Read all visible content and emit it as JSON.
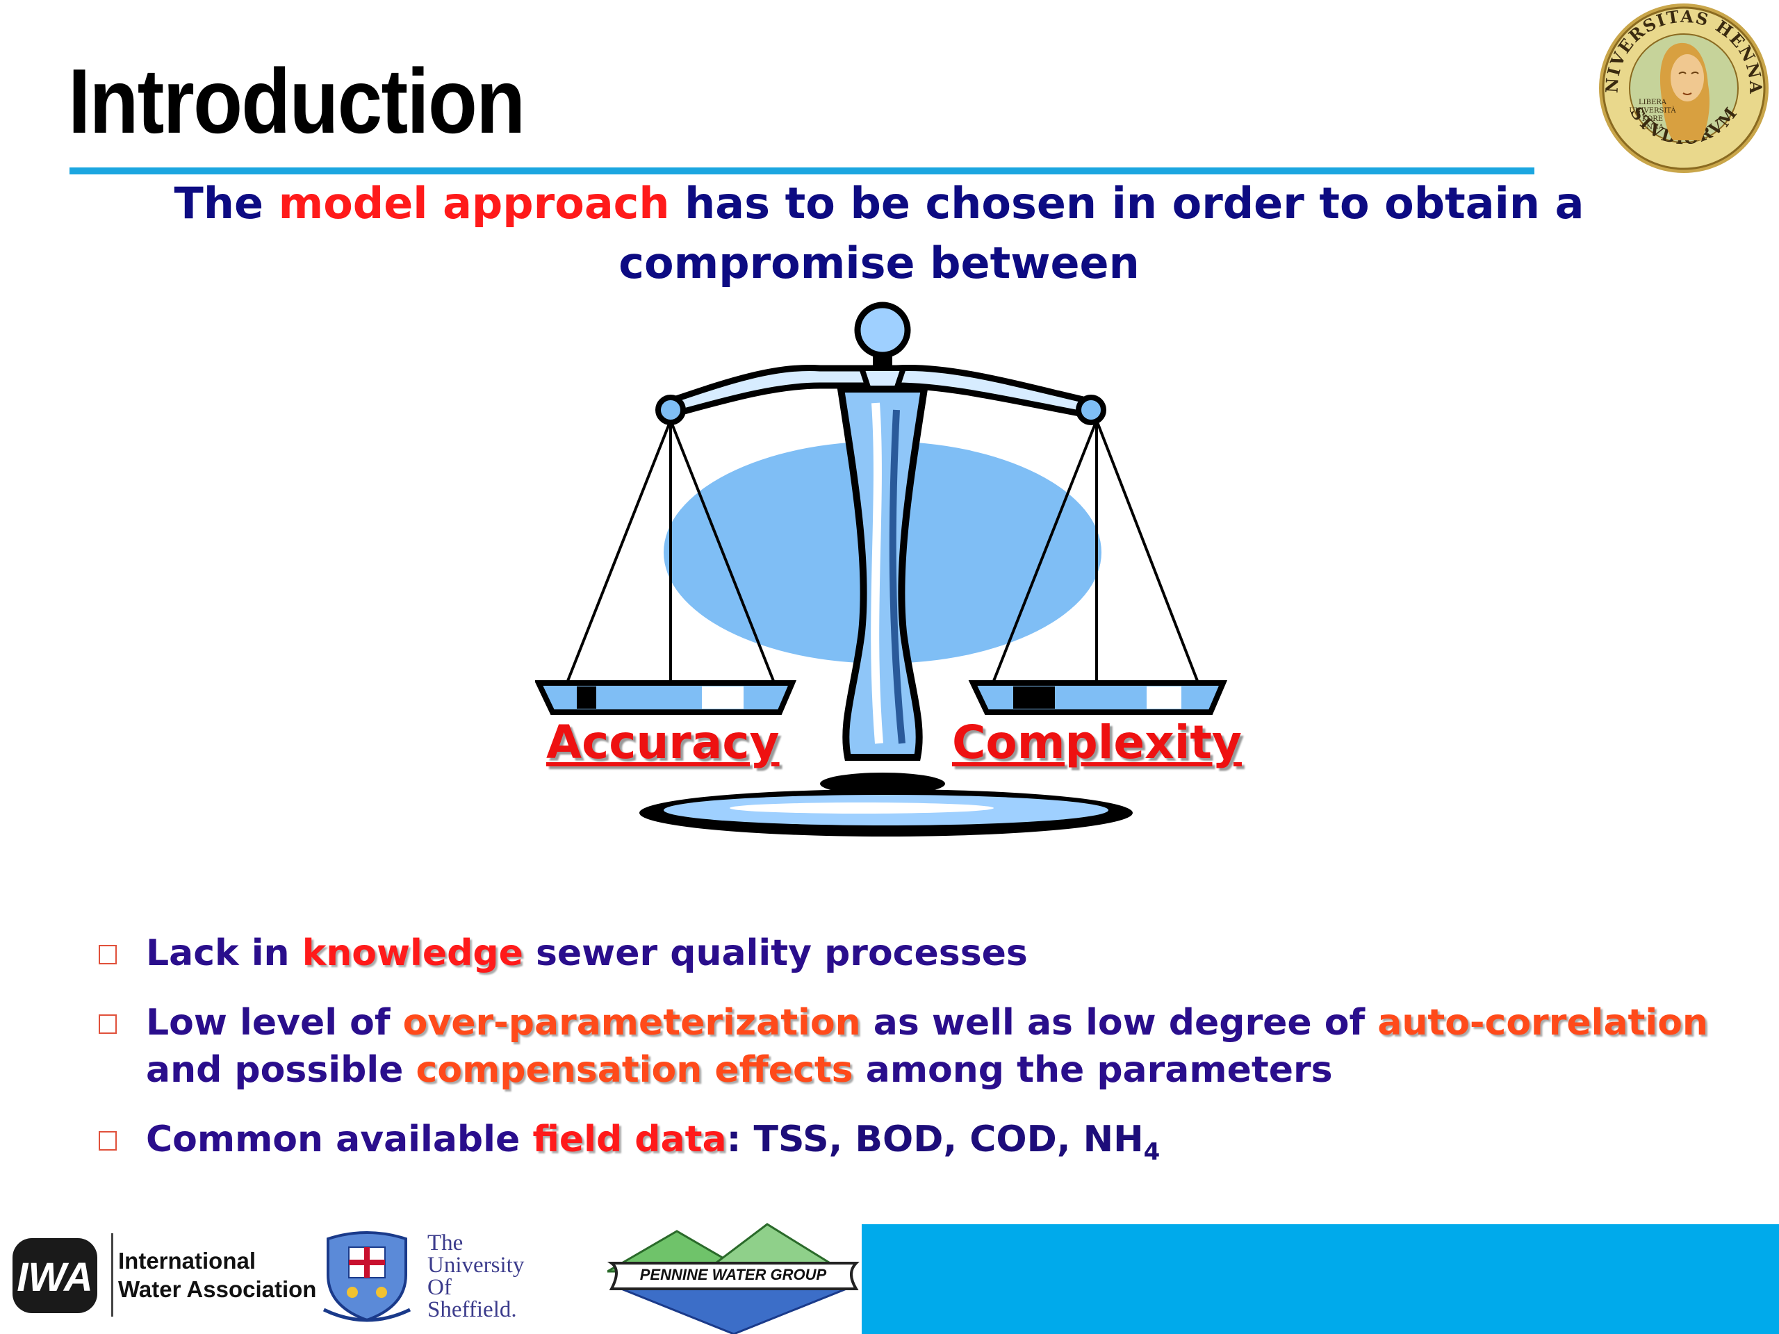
{
  "slide": {
    "title": "Introduction",
    "intro": {
      "part1": "The ",
      "highlight": "model approach",
      "part2": " has to be chosen in order to obtain a compromise between"
    },
    "scale": {
      "left_label": "Accuracy",
      "right_label": "Complexity"
    },
    "bullets": [
      {
        "p1": "Lack in ",
        "k1": "knowledge",
        "p2": " sewer quality processes"
      },
      {
        "p1": "Low level of ",
        "k1": "over-parameterization",
        "p2": " as well as low degree of ",
        "k2": "auto-correlation",
        "p3": " and possible ",
        "k3": "compensation effects",
        "p4": " among the parameters"
      },
      {
        "p1": "Common available ",
        "k1": "field data",
        "p2": ": TSS, BOD, COD, NH",
        "sub": "4"
      }
    ]
  },
  "seal": {
    "top_text": "UNIVERSITAS HENNAE",
    "bottom_text": "STVDIORVM",
    "center_lines": [
      "LIBERA",
      "UNIVERSITÀ",
      "KORE",
      "ENNA"
    ]
  },
  "logos": {
    "iwa": {
      "mark": "IWA",
      "line1": "International",
      "line2": "Water Association"
    },
    "sheffield": {
      "lines": [
        "The",
        "University",
        "Of",
        "Sheffield."
      ]
    },
    "pennine": {
      "name": "PENNINE WATER GROUP"
    }
  },
  "colors": {
    "title_rule": "#1ba6e0",
    "intro_text": "#0d0b82",
    "highlight_red": "#ff1a1a",
    "highlight_orange": "#ff4a1a",
    "bullet_text": "#2a0e8c",
    "footer_band": "#00aaeb",
    "scale_blue": "#7fbef5"
  }
}
